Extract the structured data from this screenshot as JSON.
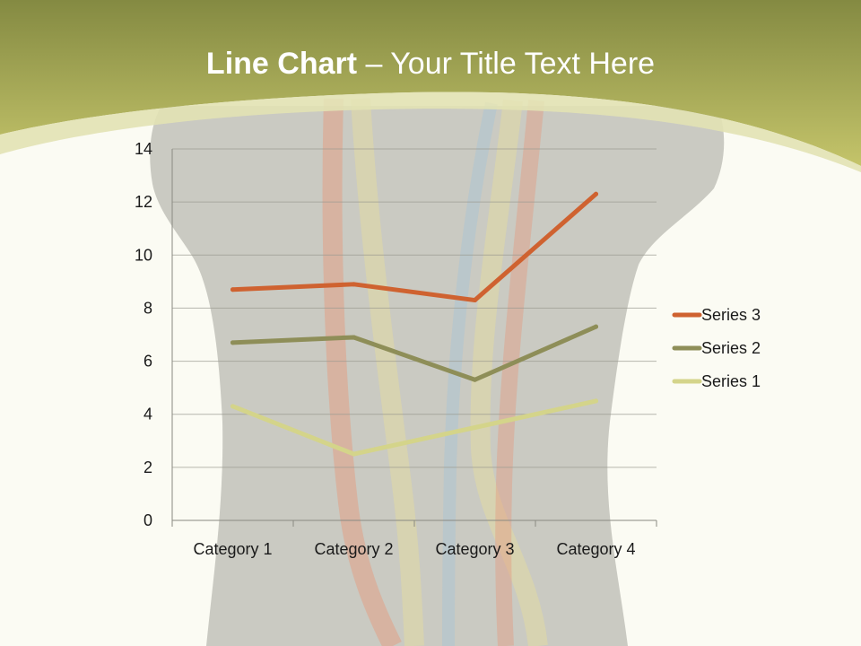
{
  "slide": {
    "title_bold": "Line Chart",
    "title_rest": " – Your Title Text Here"
  },
  "theme": {
    "header_top": "#848a42",
    "header_bottom": "#c4c46a",
    "swoosh": "#e2e2b4",
    "background": "#fbfbf3",
    "silhouette": "#4a4a44"
  },
  "chart_data": {
    "type": "line",
    "categories": [
      "Category 1",
      "Category 2",
      "Category 3",
      "Category 4"
    ],
    "series": [
      {
        "name": "Series 1",
        "values": [
          4.3,
          2.5,
          3.5,
          4.5
        ],
        "color": "#d4d48a"
      },
      {
        "name": "Series 2",
        "values": [
          6.7,
          6.9,
          5.3,
          7.3
        ],
        "color": "#8e8e58"
      },
      {
        "name": "Series 3",
        "values": [
          8.7,
          8.9,
          8.3,
          12.3
        ],
        "color": "#cf6230"
      }
    ],
    "yticks": [
      "0",
      "2",
      "4",
      "6",
      "8",
      "10",
      "12",
      "14"
    ],
    "ylim": [
      0,
      14
    ],
    "grid": true,
    "legend": "right"
  }
}
